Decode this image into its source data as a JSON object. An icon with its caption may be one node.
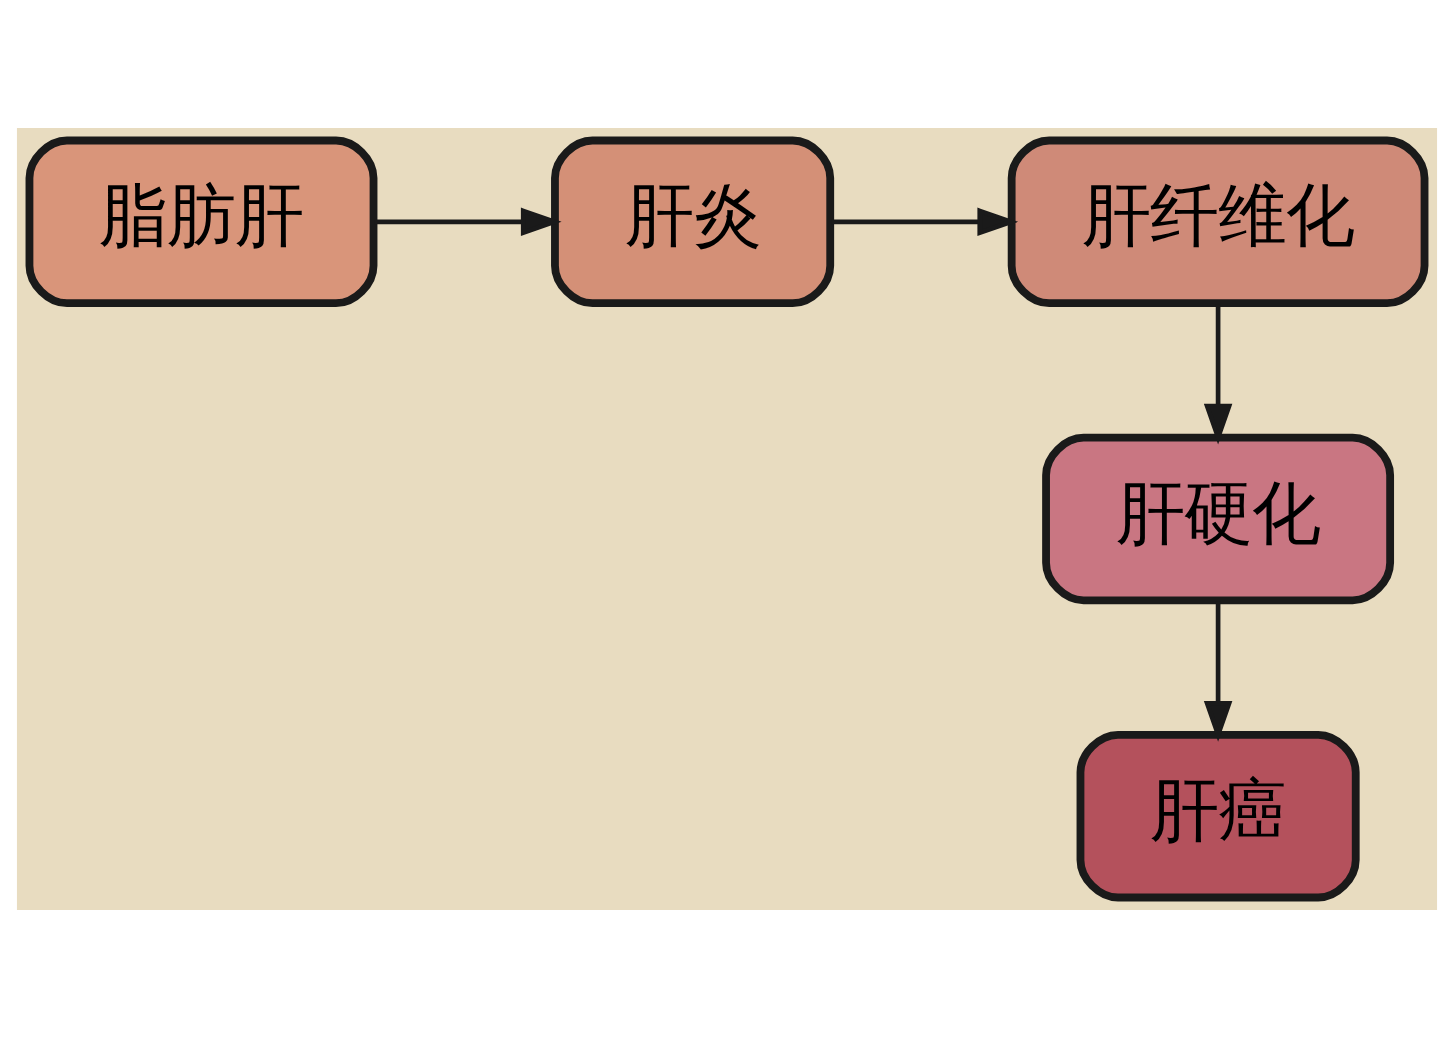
{
  "diagram": {
    "nodes": [
      {
        "text": [
          "脂肪肝"
        ]
      },
      {
        "text": [
          "肝炎"
        ]
      },
      {
        "text": [
          "肝纤维化"
        ]
      },
      {
        "text": [
          "肝硬化"
        ]
      },
      {
        "text": [
          "肝癌"
        ]
      }
    ],
    "edges": [
      {
        "from": 0,
        "to": 1,
        "arrow": "to"
      },
      {
        "from": 1,
        "to": 2,
        "arrow": "to"
      },
      {
        "from": 2,
        "to": 3,
        "arrow": "to"
      },
      {
        "from": 3,
        "to": 4,
        "arrow": "to"
      }
    ]
  }
}
